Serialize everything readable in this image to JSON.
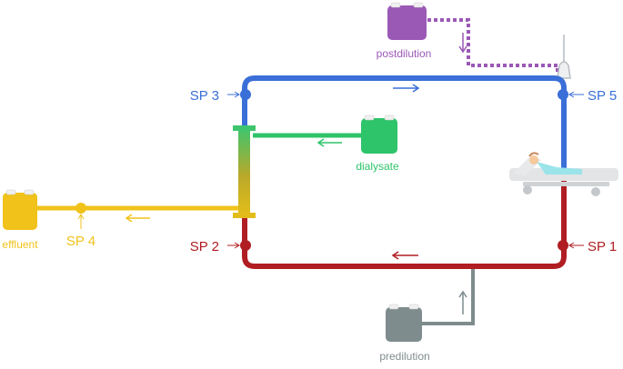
{
  "colors": {
    "arterial": "#b01e23",
    "venous": "#3a6fd8",
    "dialysate": "#2ec46a",
    "effluent": "#f0c21a",
    "postdilution": "#9b59b6",
    "predilution": "#7f8c8d"
  },
  "bags": {
    "postdilution": {
      "label": "postdilution",
      "icon": "fluid-bag-icon"
    },
    "dialysate": {
      "label": "dialysate",
      "icon": "fluid-bag-icon"
    },
    "effluent": {
      "label": "effluent",
      "icon": "fluid-bag-icon"
    },
    "predilution": {
      "label": "predilution",
      "icon": "fluid-bag-icon"
    }
  },
  "sampling_points": {
    "sp1": "SP 1",
    "sp2": "SP 2",
    "sp3": "SP 3",
    "sp4": "SP 4",
    "sp5": "SP 5"
  },
  "icons": {
    "patient": "patient-bed-icon",
    "filter": "hemofilter-icon",
    "chamber": "drip-chamber-icon"
  }
}
